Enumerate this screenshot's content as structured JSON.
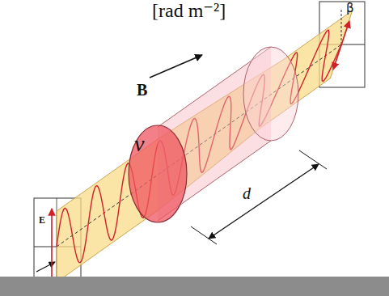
{
  "diagram": {
    "labels": [
      "[rad m⁻²]",
      "B",
      "ν",
      "d",
      "β",
      "E"
    ]
  }
}
